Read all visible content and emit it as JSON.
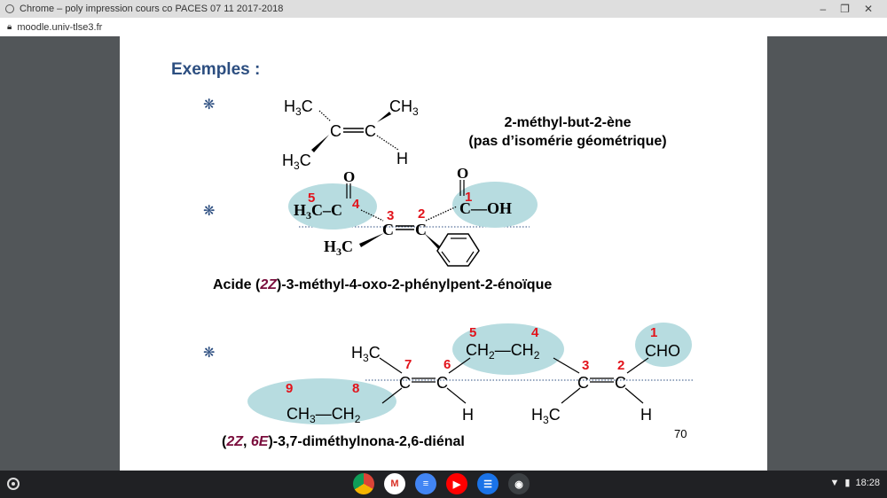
{
  "window": {
    "title": "Chrome – poly impression cours co PACES 07 11 2017-2018",
    "controls": [
      "minimize-icon",
      "restore-icon",
      "close-icon"
    ]
  },
  "address": {
    "url": "moodle.univ-tlse3.fr"
  },
  "slide": {
    "heading": "Exemples :",
    "bullet": "❋",
    "page_number": "70",
    "colors": {
      "heading": "#2c4e80",
      "locant": "#e2131b",
      "highlight": "#b7dce0",
      "stereo": "#7a0d3c",
      "bullet": "#2c4e80"
    },
    "example1": {
      "labels": {
        "h3c_top": "H3C",
        "ch3_top": "CH3",
        "h3c_bottom": "H3C",
        "h": "H",
        "c": "C"
      },
      "name_line1": "2-méthyl-but-2-ène",
      "name_line2": "(pas d’isomérie géométrique)"
    },
    "example2": {
      "atoms": {
        "o": "O",
        "h3c_c": "H3C–C",
        "c": "C",
        "oh": "C—OH",
        "h3c": "H3C"
      },
      "locants": [
        "5",
        "4",
        "3",
        "2",
        "1"
      ],
      "name_prefix": "Acide (",
      "name_stereo": "2Z",
      "name_suffix": ")-3-méthyl-4-oxo-2-phénylpent-2-énoïque"
    },
    "example3": {
      "atoms": {
        "h3c_top": "H3C",
        "ch2_ch2_top": "CH2—CH2",
        "cho": "CHO",
        "c": "C",
        "h": "H",
        "h3c_bottom": "H3C",
        "ch3_ch2": "CH3—CH2"
      },
      "locants": [
        "1",
        "2",
        "3",
        "4",
        "5",
        "6",
        "7",
        "8",
        "9"
      ],
      "name_open": "(",
      "name_stereo1": "2Z",
      "name_sep": ", ",
      "name_stereo2": "6E",
      "name_suffix": ")-3,7-diméthylnona-2,6-diénal"
    }
  },
  "shelf": {
    "apps": [
      "chrome-icon",
      "gmail-icon",
      "docs-icon",
      "youtube-icon",
      "messages-icon",
      "camera-icon"
    ],
    "time": "18:28"
  }
}
